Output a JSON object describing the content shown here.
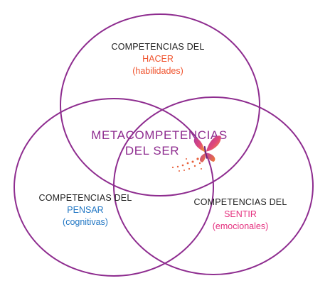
{
  "colors": {
    "ring": "#8e2c8f",
    "heading": "#1e1e1e",
    "hacer": "#f0532d",
    "pensar": "#2277c4",
    "sentir": "#e5317f",
    "meta": "#8e2c8f"
  },
  "hacer": {
    "heading": "COMPETENCIAS DEL",
    "name": "HACER",
    "detail": "(habilidades)"
  },
  "pensar": {
    "heading": "COMPETENCIAS DEL",
    "name": "PENSAR",
    "detail": "(cognitivas)"
  },
  "sentir": {
    "heading": "COMPETENCIAS DEL",
    "name": "SENTIR",
    "detail": "(emocionales)"
  },
  "center": {
    "line1": "METACOMPETENCIAS",
    "line2": "DEL SER",
    "icon": "butterfly-icon"
  }
}
